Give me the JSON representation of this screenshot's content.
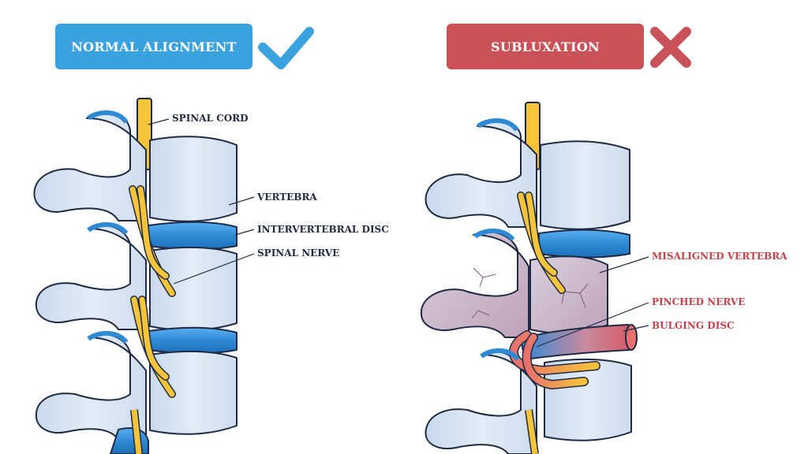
{
  "left_panel": {
    "title": "NORMAL ALIGNMENT",
    "check_icon": "check-icon",
    "labels": {
      "spinal_cord": "SPINAL CORD",
      "vertebra": "VERTEBRA",
      "intervertebral_disc": "INTERVERTEBRAL DISC",
      "spinal_nerve": "SPINAL NERVE"
    }
  },
  "right_panel": {
    "title": "SUBLUXATION",
    "cross_icon": "cross-icon",
    "labels": {
      "misaligned_vertebra": "MISALIGNED VERTEBRA",
      "pinched_nerve": "PINCHED NERVE",
      "bulging_disc": "BULGING DISC"
    }
  },
  "colors": {
    "normal_badge": "#3aa2de",
    "subluxation_badge": "#c85258",
    "bone": "#dbe6f3",
    "bone_shadow": "#b9cce3",
    "disc": "#2f8ad6",
    "nerve": "#f6c43a",
    "inflamed": "#e8706f",
    "label_dark": "#1f2a44",
    "label_red": "#c4434b"
  }
}
